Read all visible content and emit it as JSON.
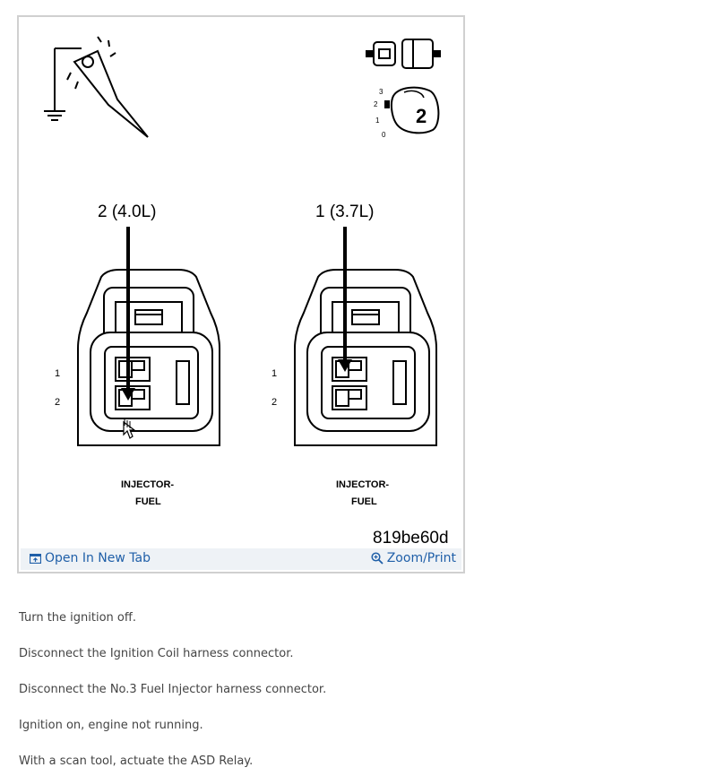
{
  "figure": {
    "callout_left": "2 (4.0L)",
    "callout_right": "1 (3.7L)",
    "pin_1": "1",
    "pin_2": "2",
    "connector_left_label_line1": "INJECTOR-",
    "connector_left_label_line2": "FUEL",
    "connector_right_label_line1": "INJECTOR-",
    "connector_right_label_line2": "FUEL",
    "key_number": "2",
    "key_positions": [
      "3",
      "2",
      "1",
      "0"
    ],
    "figure_id": "819be60d",
    "open_in_new_tab_label": "Open In New Tab",
    "zoom_print_label": "Zoom/Print",
    "link_color": "#1f5fa8"
  },
  "steps": [
    "Turn the ignition off.",
    "Disconnect the Ignition Coil harness connector.",
    "Disconnect the No.3 Fuel Injector harness connector.",
    "Ignition on, engine not running.",
    "With a scan tool, actuate the ASD Relay."
  ]
}
